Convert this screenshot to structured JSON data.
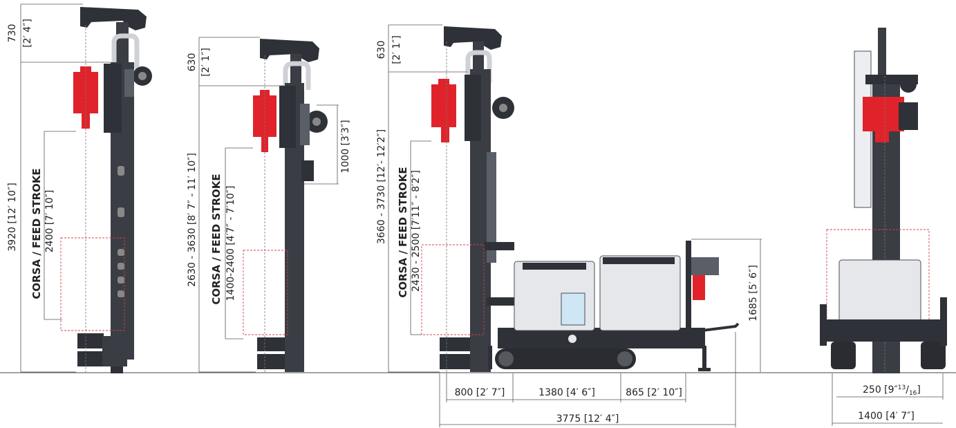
{
  "colors": {
    "machine": "#3a3d44",
    "drillhead": "#e0232b",
    "cabinet": "#e6e7ea",
    "dimension_line": "#555555"
  },
  "view1": {
    "top_dim": "730",
    "top_dim_imp": "[2′ 4″]",
    "total_height": "3920 [12′ 10″]",
    "stroke_title": "CORSA / FEED STROKE",
    "stroke_value": "2400 [7′ 10″]"
  },
  "view2": {
    "top_dim": "630",
    "top_dim_imp": "[2′ 1″]",
    "total_height": "2630 - 3630 [8′ 7″ - 11′ 10″]",
    "stroke_title": "CORSA / FEED STROKE",
    "stroke_value": "1400-2400 [4′7″ - 7′10″]",
    "side_dim": "1000 [3′3″]"
  },
  "view3": {
    "top_dim": "630",
    "top_dim_imp": "[2′ 1″]",
    "total_height": "3660 - 3730 [12′- 12′2″]",
    "stroke_title": "CORSA / FEED STROKE",
    "stroke_value": "2430 - 2500 [7′11″ - 8′2″]",
    "height_right": "1685 [5′ 6″]",
    "bottom_dims": [
      "800 [2′ 7″]",
      "1380 [4′ 6″]",
      "865 [2′ 10″]"
    ],
    "overall_length": "3775 [12′ 4″]"
  },
  "view4": {
    "offset_main": "250 [9″",
    "offset_sup": "13",
    "offset_sub": "16",
    "offset_close": "]",
    "width": "1400 [4′ 7″]"
  }
}
